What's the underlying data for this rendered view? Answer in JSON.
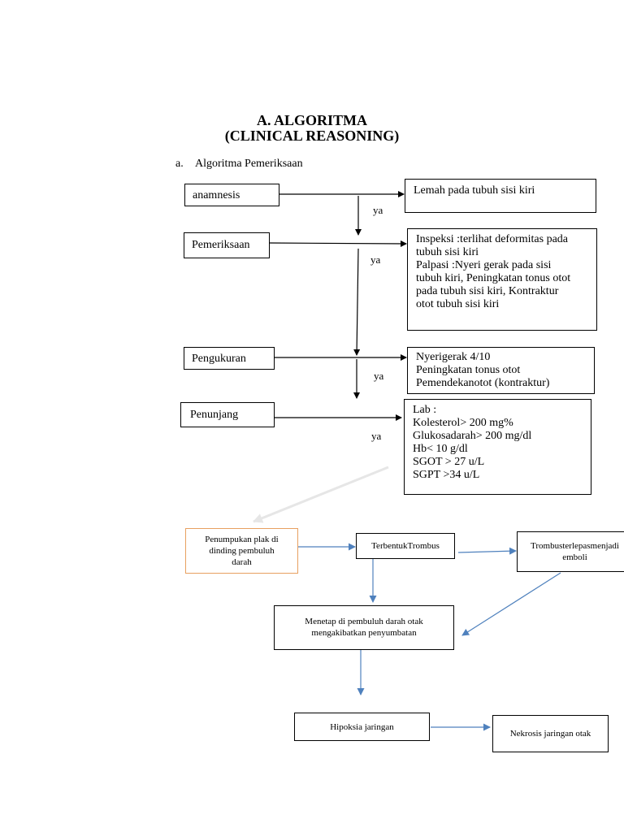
{
  "title": {
    "line1": "A. ALGORITMA",
    "line2": "(CLINICAL REASONING)"
  },
  "subtitle": {
    "marker": "a.",
    "text": "Algoritma Pemeriksaan"
  },
  "flow_left": {
    "anamnesis": "anamnesis",
    "pemeriksaan": "Pemeriksaan",
    "pengukuran": "Pengukuran",
    "penunjang": "Penunjang"
  },
  "flow_right": {
    "anamnesis_result": [
      "Lemah pada tubuh sisi kiri"
    ],
    "pemeriksaan_result": [
      "Inspeksi :terlihat deformitas pada",
      "tubuh sisi kiri",
      "Palpasi :Nyeri gerak pada sisi",
      "tubuh kiri, Peningkatan tonus otot",
      "pada tubuh sisi kiri, Kontraktur",
      "otot tubuh sisi kiri"
    ],
    "pengukuran_result": [
      "Nyerigerak 4/10",
      "Peningkatan tonus otot",
      "Pemendekanotot (kontraktur)"
    ],
    "penunjang_result": [
      "Lab :",
      "Kolesterol> 200 mg%",
      "Glukosadarah> 200 mg/dl",
      "Hb< 10 g/dl",
      "SGOT > 27 u/L",
      "SGPT >34 u/L"
    ]
  },
  "yes_labels": [
    "ya",
    "ya",
    "ya",
    "ya"
  ],
  "patho": {
    "plak": [
      "Penumpukan plak di",
      "dinding pembuluh",
      "darah"
    ],
    "trombus": "TerbentukTrombus",
    "emboli": [
      "Trombusterlepasmenjadi",
      "emboli"
    ],
    "menetap": [
      "Menetap di pembuluh darah otak",
      "mengakibatkan penyumbatan"
    ],
    "hipoksia": "Hipoksia jaringan",
    "nekrosis": "Nekrosis jaringan otak"
  },
  "colors": {
    "arrow_blue": "#4f81bd",
    "plak_border": "#e8a060",
    "faint_arrow": "#e6e6e6"
  }
}
